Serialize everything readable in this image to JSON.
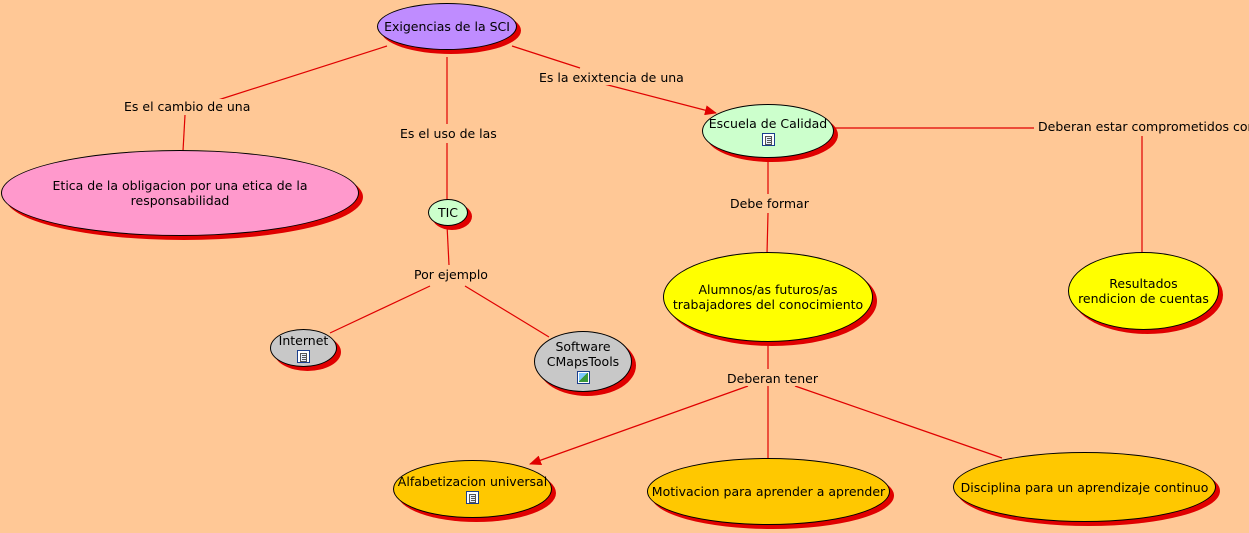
{
  "colors": {
    "background": "#ffc896",
    "link": "#e00000",
    "shadow": "#e00000",
    "purple": "#bf8cff",
    "pink": "#ff99cc",
    "green": "#ccffcc",
    "yellow": "#ffff00",
    "gray": "#c8c8c8",
    "orange": "#ffc800"
  },
  "concepts": {
    "exigencias": "Exigencias de la SCI",
    "etica": "Etica de la obligacion por una etica de la responsabilidad",
    "tic": "TIC",
    "escuela": "Escuela de Calidad",
    "internet": "Internet",
    "software_l1": "Software",
    "software_l2": "CMapsTools",
    "alumnos_l1": "Alumnos/as futuros/as",
    "alumnos_l2": "trabajadores del conocimiento",
    "resultados_l1": "Resultados",
    "resultados_l2": "rendicion de cuentas",
    "alfabetizacion": "Alfabetizacion universal",
    "motivacion": "Motivacion para aprender a aprender",
    "disciplina": "Disciplina para un aprendizaje continuo"
  },
  "linking_phrases": {
    "cambio": "Es el cambio de una",
    "uso": "Es el uso de las",
    "existencia": "Es la exixtencia de una",
    "comprometidos": "Deberan estar comprometidos con",
    "formar": "Debe formar",
    "ejemplo": "Por ejemplo",
    "tener": "Deberan tener"
  },
  "icons": {
    "escuela": "document-icon",
    "internet": "document-icon",
    "software": "image-icon",
    "alfabetizacion": "document-icon"
  }
}
